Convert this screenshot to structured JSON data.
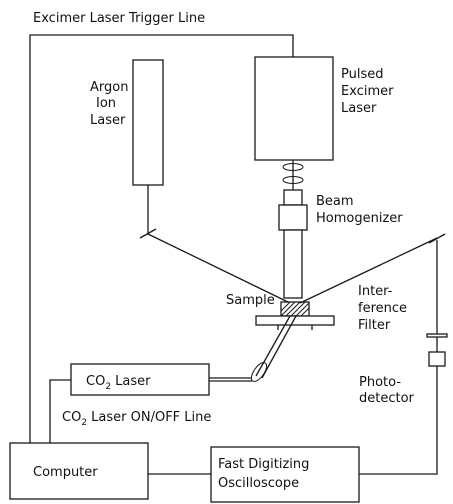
{
  "trigger_line_label": "Excimer Laser Trigger Line",
  "argon_laser": {
    "line1": "Argon",
    "line2": "Ion",
    "line3": "Laser"
  },
  "excimer_laser": {
    "line1": "Pulsed",
    "line2": "Excimer",
    "line3": "Laser"
  },
  "beam_homogenizer": {
    "line1": "Beam",
    "line2": "Homogenizer"
  },
  "sample_label": "Sample",
  "interference_filter": {
    "line1": "Inter-",
    "line2": "ference",
    "line3": "Filter"
  },
  "photodetector": {
    "line1": "Photo-",
    "line2": "detector"
  },
  "co2_laser": {
    "prefix": "CO",
    "subscript": "2",
    "suffix": " Laser"
  },
  "co2_line": {
    "prefix": "CO",
    "subscript": "2",
    "suffix": " Laser ON/OFF Line"
  },
  "computer_label": "Computer",
  "oscilloscope": {
    "line1": "Fast Digitizing",
    "line2": "Oscilloscope"
  }
}
